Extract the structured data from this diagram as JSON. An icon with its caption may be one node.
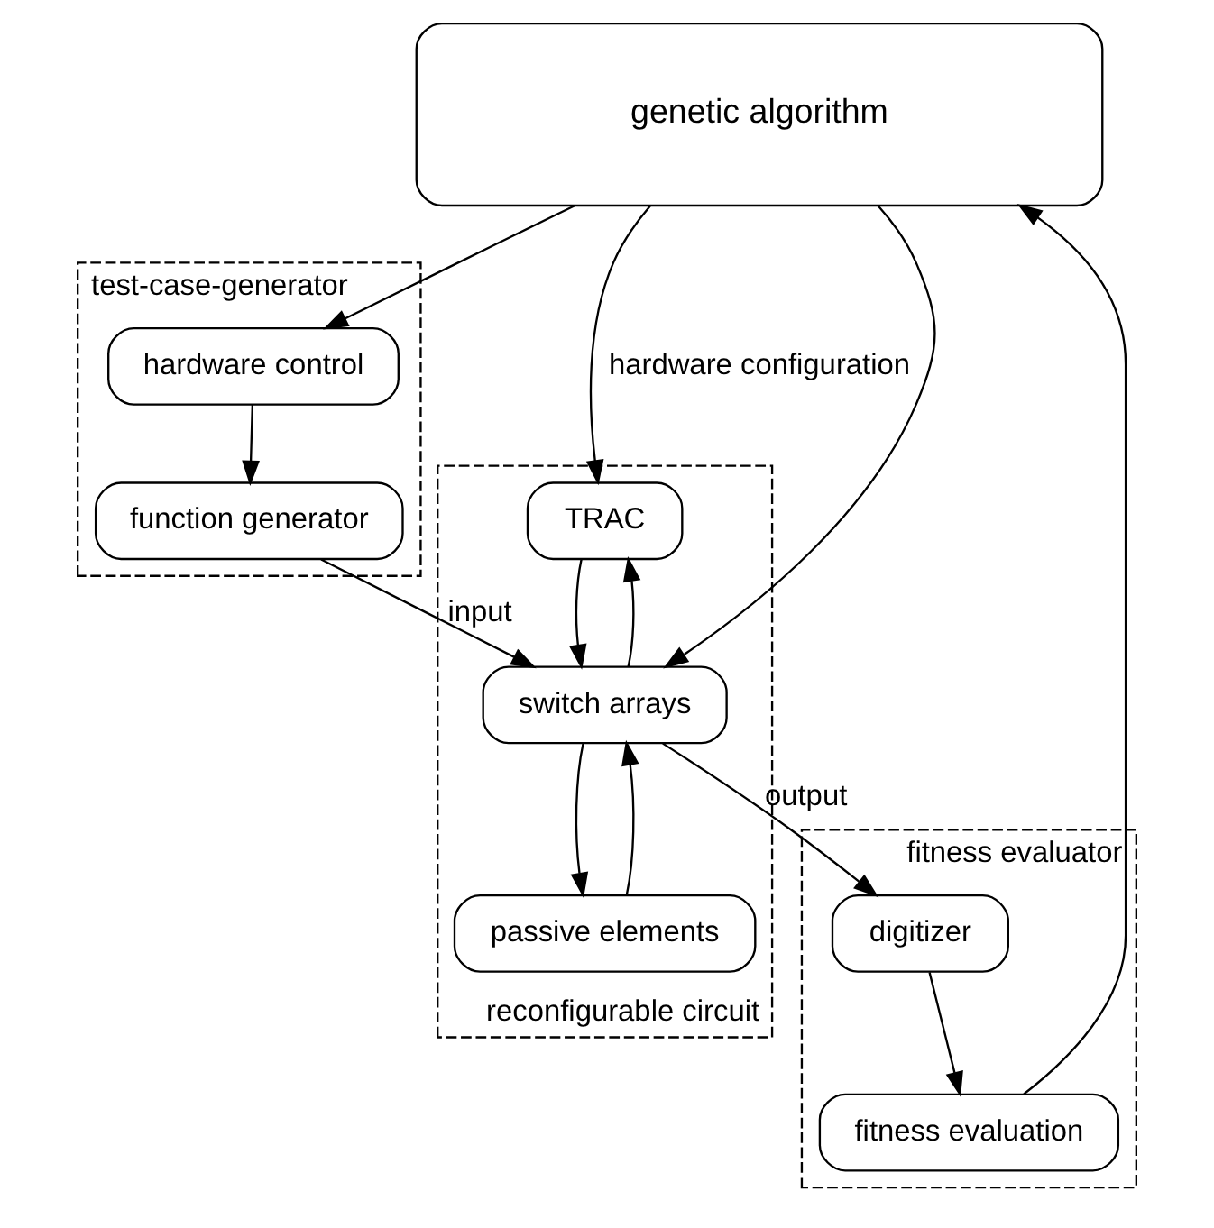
{
  "diagram": {
    "nodes": [
      {
        "text": [
          "genetic algorithm"
        ]
      },
      {
        "text": [
          "test-case-generator"
        ]
      },
      {
        "text": [
          "hardware control"
        ],
        "in": 1
      },
      {
        "text": [
          "function generator"
        ],
        "in": 1
      },
      {
        "text": [
          "fitness evaluator"
        ]
      },
      {
        "text": [
          "fitness evaluation"
        ],
        "in": 4
      },
      {
        "text": [
          "digitizer"
        ],
        "in": 4
      },
      {
        "text": [
          "reconfigurable circuit"
        ]
      },
      {
        "text": [
          "TRAC"
        ],
        "in": 7
      },
      {
        "text": [
          "switch arrays"
        ],
        "in": 7
      },
      {
        "text": [
          "passive elements"
        ],
        "in": 7
      }
    ],
    "edges": [
      {
        "from": 0,
        "to": 2,
        "arrow": "to"
      },
      {
        "from": 2,
        "to": 3,
        "arrow": "to"
      },
      {
        "from": 3,
        "to": 9,
        "arrow": "to",
        "label": "input"
      },
      {
        "from": 9,
        "to": 6,
        "arrow": "to",
        "label": "output"
      },
      {
        "from": 6,
        "to": 5,
        "arrow": "to"
      },
      {
        "from": 5,
        "to": 0,
        "arrow": "to"
      },
      {
        "from": 0,
        "to": 8,
        "arrow": "to",
        "label": "hardware configuration"
      },
      {
        "from": 0,
        "to": 9,
        "arrow": "to"
      },
      {
        "from": 8,
        "to": 9,
        "arrow": "to"
      },
      {
        "from": 9,
        "to": 8,
        "arrow": "to"
      },
      {
        "from": 10,
        "to": 9,
        "arrow": "to"
      },
      {
        "from": 9,
        "to": 10,
        "arrow": "to"
      }
    ]
  }
}
